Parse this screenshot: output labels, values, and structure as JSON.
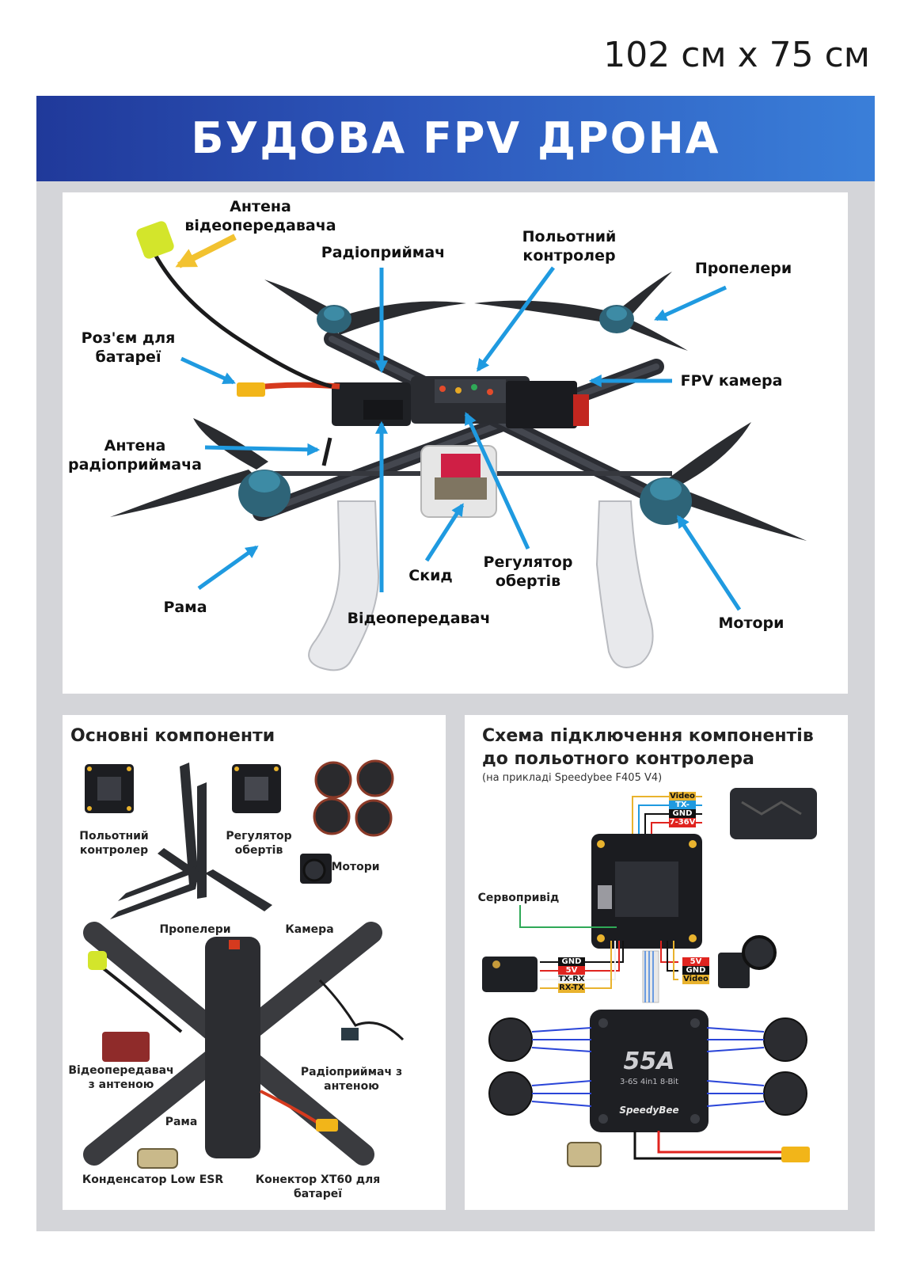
{
  "poster_size": "102 см х 75 см",
  "title": "БУДОВА FPV ДРОНА",
  "main_labels": {
    "vtx_antenna": "Антена відеопередавача",
    "receiver": "Радіоприймач",
    "flight_controller": "Польотний контролер",
    "propellers": "Пропелери",
    "battery_connector": "Роз'єм для батареї",
    "fpv_camera": "FPV камера",
    "rx_antenna": "Антена радіоприймача",
    "skid": "Скид",
    "esc": "Регулятор обертів",
    "frame": "Рама",
    "vtx": "Відеопередавач",
    "motors": "Мотори"
  },
  "components": {
    "title": "Основні компоненти",
    "items": {
      "flight_controller": "Польотний контролер",
      "esc": "Регулятор обертів",
      "motors": "Мотори",
      "propellers": "Пропелери",
      "camera": "Камера",
      "vtx": "Відеопередавач з антеною",
      "receiver": "Радіоприймач з антеною",
      "frame": "Рама",
      "capacitor": "Конденсатор Low ESR",
      "connector": "Конектор XT60 для батареї"
    }
  },
  "wiring": {
    "title": "Схема підключення компонентів до польотного контролера",
    "subtitle": "(на прикладі Speedybee F405 V4)",
    "servo": "Сервопривід",
    "vtx_wires": [
      "Video",
      "TX-IRC",
      "GND",
      "7-36V"
    ],
    "rx_wires": [
      "GND",
      "5V",
      "TX-RX",
      "RX-TX"
    ],
    "cam_wires": [
      "5V",
      "GND",
      "Video"
    ],
    "esc_rating": "55A",
    "esc_spec": "3-6S 4in1 8-Bit",
    "esc_brand": "SpeedyBee"
  },
  "colors": {
    "banner_left": "#20399a",
    "banner_right": "#3a7fd9",
    "arrow_blue": "#1f9ae0",
    "arrow_yellow": "#f2c230",
    "frame_gray": "#d4d5d9"
  }
}
